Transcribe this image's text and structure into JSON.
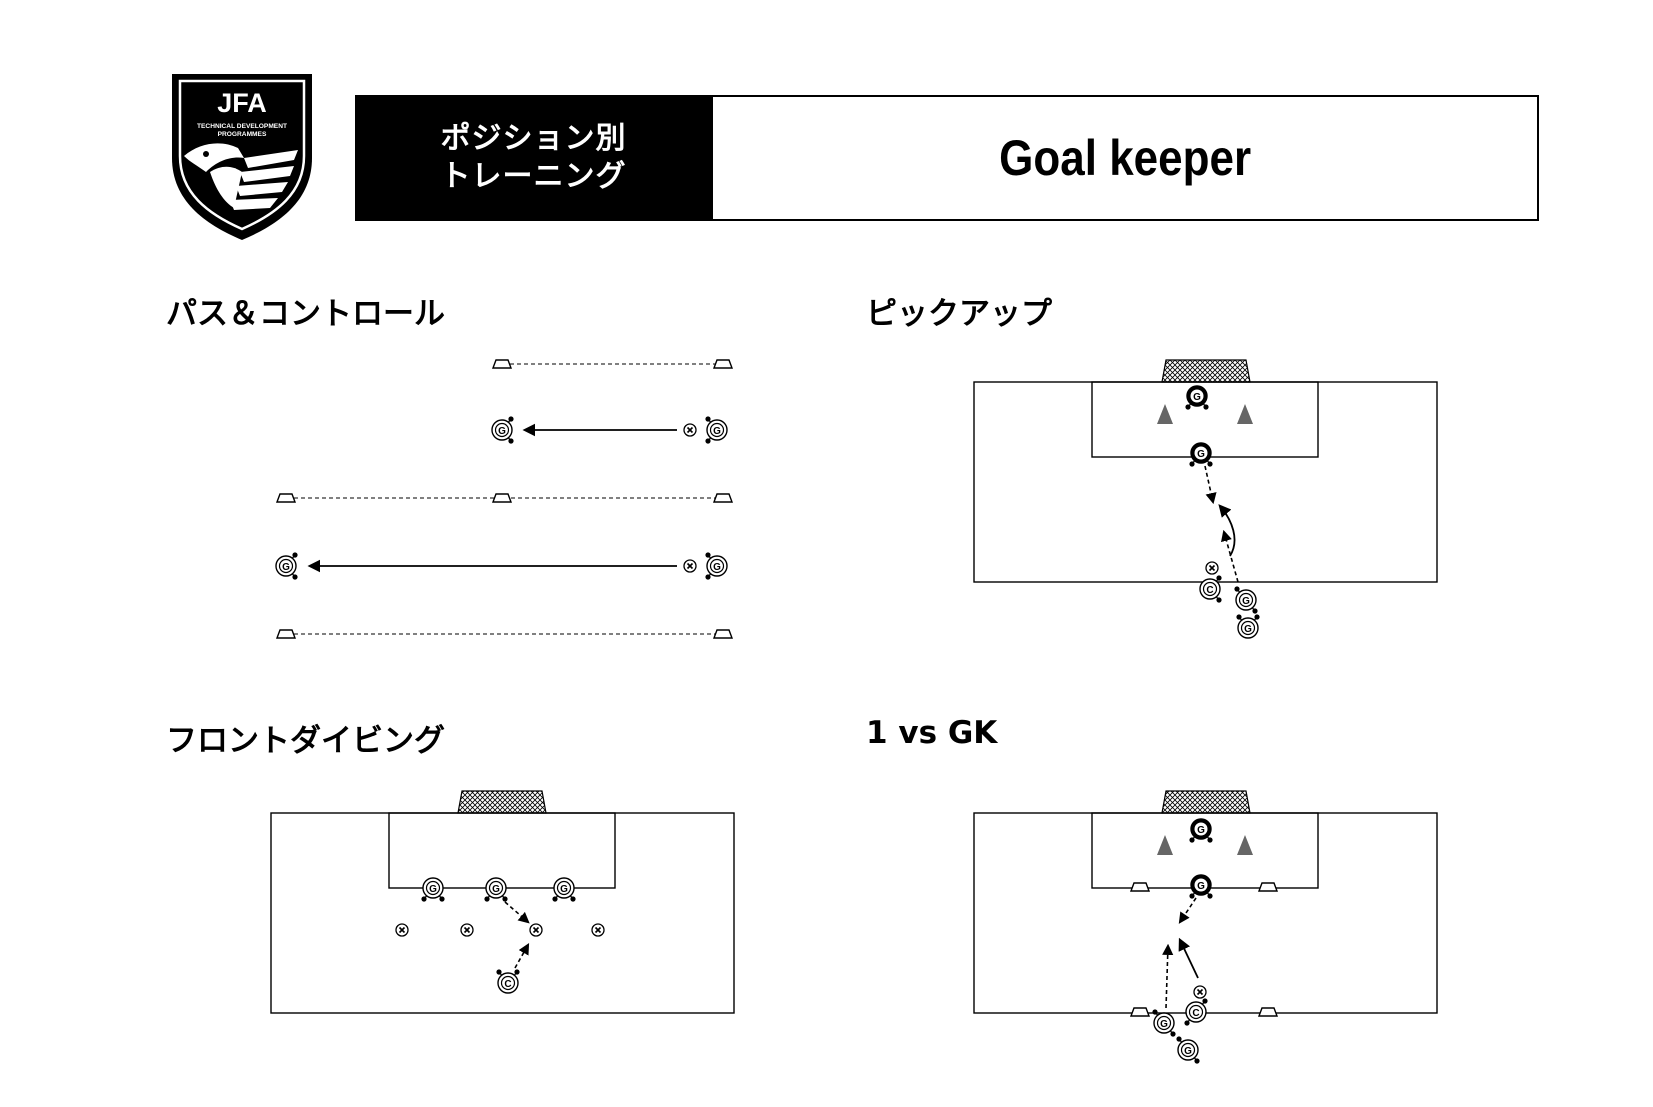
{
  "logo": {
    "abbrev": "JFA",
    "line1": "TECHNICAL DEVELOPMENT",
    "line2": "PROGRAMMES"
  },
  "header": {
    "category_line1": "ポジション別",
    "category_line2": "トレーニング",
    "title": "Goal keeper"
  },
  "sections": [
    {
      "title": "パス＆コントロール"
    },
    {
      "title": "ピックアップ"
    },
    {
      "title": "フロントダイビング"
    },
    {
      "title": "1 vs GK"
    }
  ],
  "markers": {
    "goalkeeper": "G",
    "coach": "C"
  },
  "colors": {
    "ink": "#000000",
    "header_bg": "#000000",
    "header_text": "#ffffff",
    "cone": "#666666",
    "paper": "#ffffff"
  },
  "icons": [
    "shield-crest-icon",
    "bird-emblem-icon",
    "goal-net-icon",
    "cone-icon",
    "flat-marker-icon",
    "ball-icon",
    "player-icon"
  ]
}
